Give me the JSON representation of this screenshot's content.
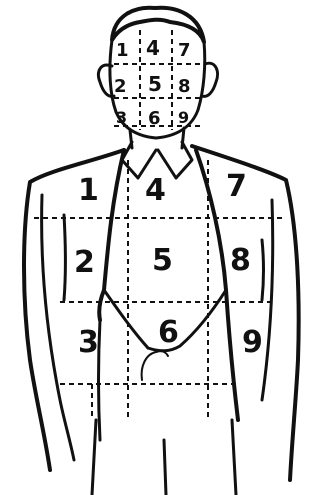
{
  "figure": {
    "face_grid_numbers": [
      "1",
      "4",
      "7",
      "2",
      "5",
      "8",
      "3",
      "6",
      "9"
    ],
    "body_grid_numbers": [
      "1",
      "4",
      "7",
      "2",
      "5",
      "8",
      "3",
      "6",
      "9"
    ]
  }
}
